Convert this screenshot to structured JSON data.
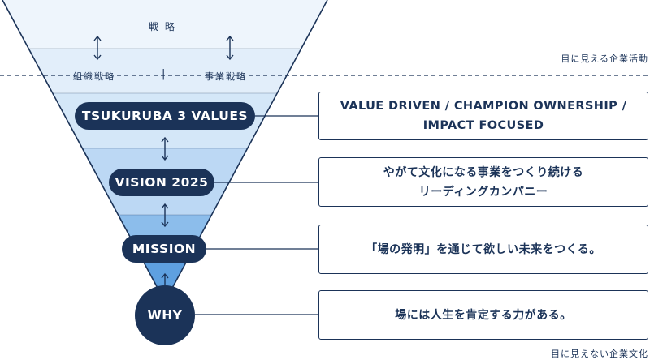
{
  "funnel": {
    "strategy_label": "戦 略",
    "org_strategy_label": "組織戦略",
    "divider_label": "|",
    "biz_strategy_label": "事業戦略",
    "values_label": "TSUKURUBA 3 VALUES",
    "vision_label": "VISION 2025",
    "mission_label": "MISSION",
    "why_label": "WHY"
  },
  "side_labels": {
    "visible": "目に見える企業活動",
    "invisible": "目に見えない企業文化"
  },
  "boxes": {
    "values": {
      "lines": [
        "VALUE DRIVEN / CHAMPION OWNERSHIP /",
        "IMPACT FOCUSED"
      ]
    },
    "vision": {
      "lines": [
        "やがて文化になる事業をつくり続ける",
        "リーディングカンパニー"
      ]
    },
    "mission": {
      "lines": [
        "「場の発明」を通じて欲しい未来をつくる。"
      ]
    },
    "why": {
      "lines": [
        "場には人生を肯定する力がある。"
      ]
    }
  },
  "colors": {
    "navy": "#1b3358",
    "band_1": "#eef5fc",
    "band_2": "#e2eefa",
    "band_3": "#d4e7f8",
    "band_4": "#bcd8f4",
    "band_5": "#8cbdeb",
    "band_6": "#5ea0e0"
  }
}
